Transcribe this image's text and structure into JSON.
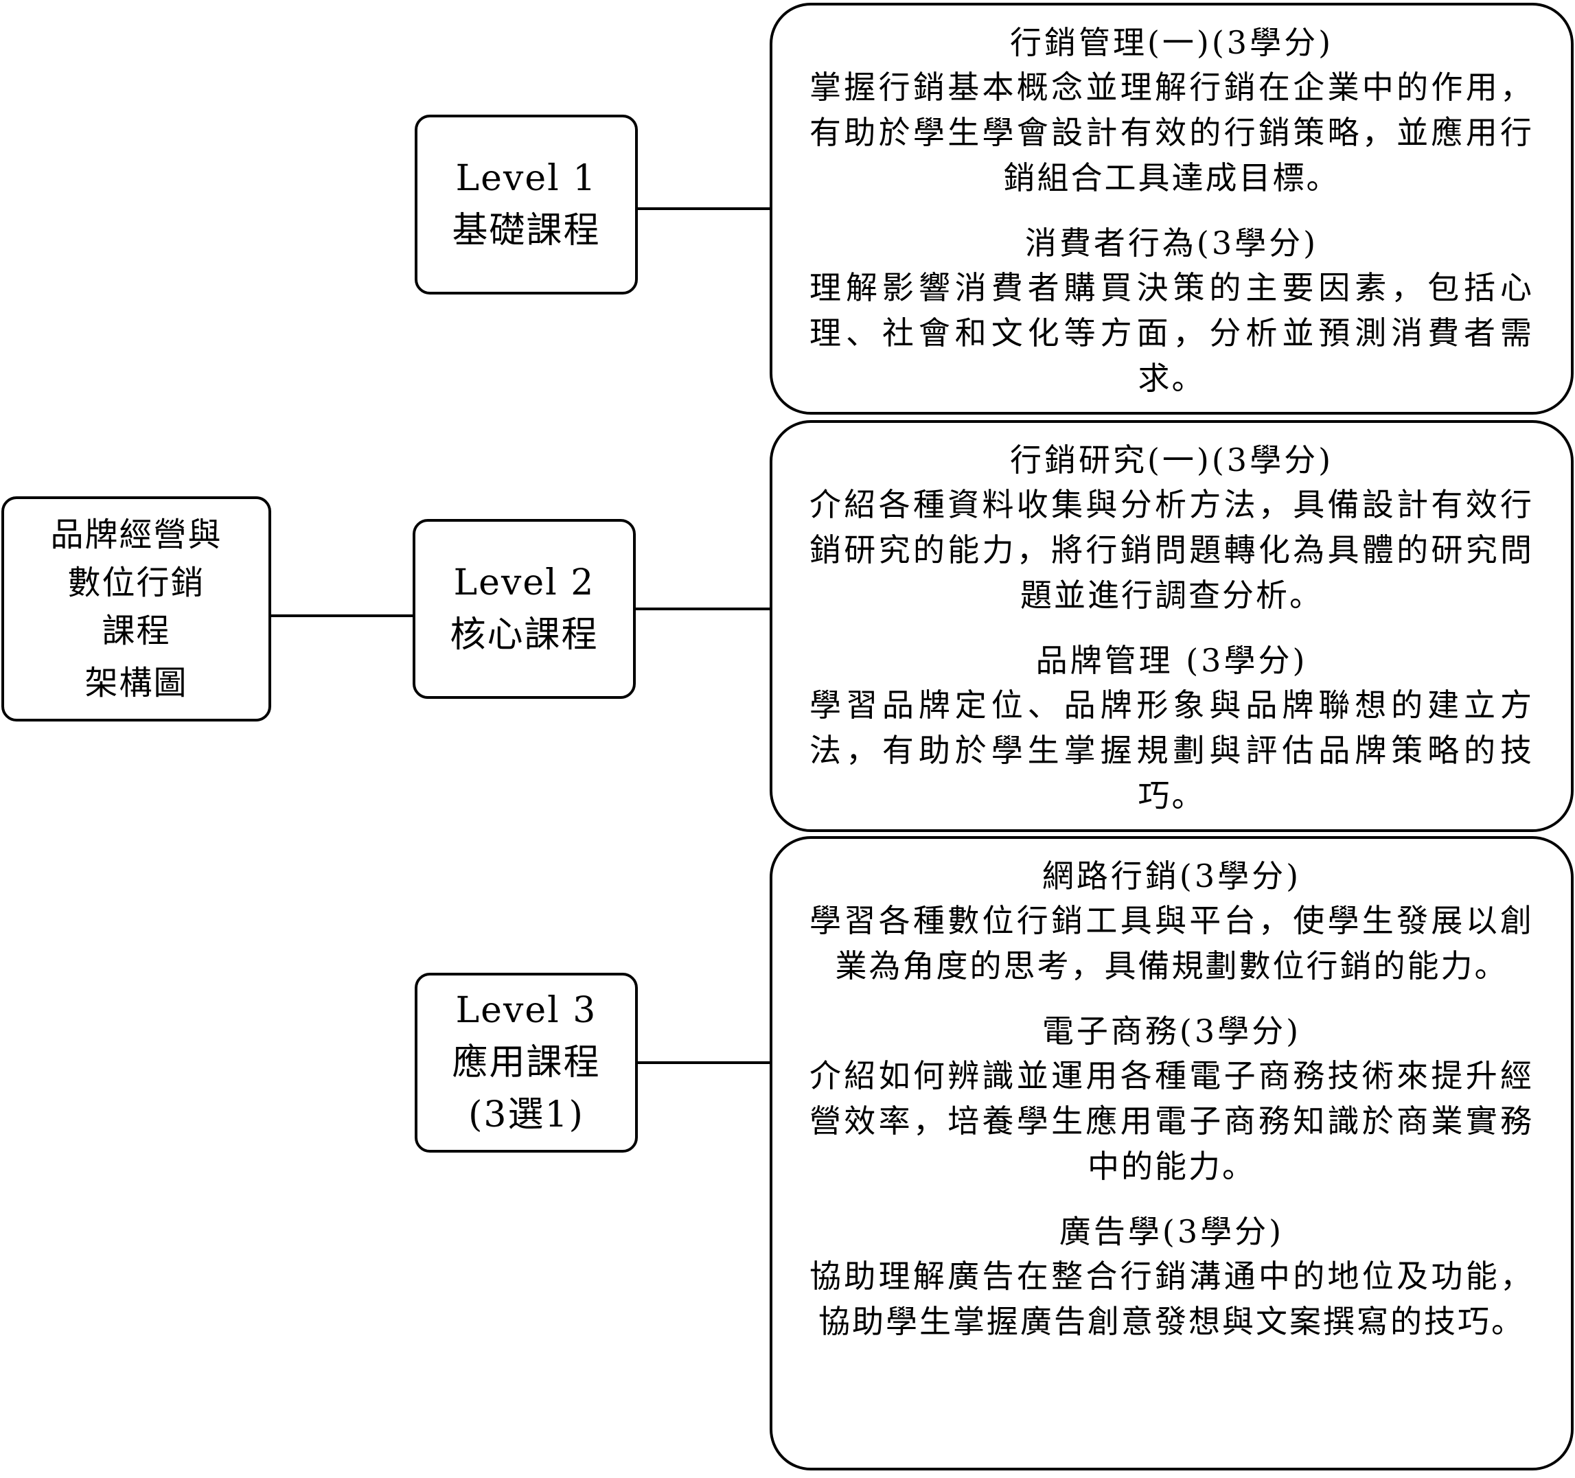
{
  "root": {
    "lines": [
      "品牌經營與",
      "數位行銷",
      "課程",
      "架構圖"
    ]
  },
  "levels": [
    {
      "lines": [
        "Level 1",
        "基礎課程"
      ]
    },
    {
      "lines": [
        "Level 2",
        "核心課程"
      ]
    },
    {
      "lines": [
        "Level 3",
        "應用課程",
        "(3選1)"
      ]
    }
  ],
  "course_groups": [
    {
      "courses": [
        {
          "title": "行銷管理(一)(3學分)",
          "desc": "掌握行銷基本概念並理解行銷在企業中的作用，有助於學生學會設計有效的行銷策略，並應用行銷組合工具達成目標。"
        },
        {
          "title": "消費者行為(3學分)",
          "desc": "理解影響消費者購買決策的主要因素，包括心理、社會和文化等方面，分析並預測消費者需求。"
        }
      ]
    },
    {
      "courses": [
        {
          "title": "行銷研究(一)(3學分)",
          "desc": "介紹各種資料收集與分析方法，具備設計有效行銷研究的能力，將行銷問題轉化為具體的研究問題並進行調查分析。"
        },
        {
          "title": "品牌管理 (3學分)",
          "desc": "學習品牌定位、品牌形象與品牌聯想的建立方法，有助於學生掌握規劃與評估品牌策略的技巧。"
        }
      ]
    },
    {
      "courses": [
        {
          "title": "網路行銷(3學分)",
          "desc": "學習各種數位行銷工具與平台，使學生發展以創業為角度的思考，具備規劃數位行銷的能力。"
        },
        {
          "title": "電子商務(3學分)",
          "desc": "介紹如何辨識並運用各種電子商務技術來提升經營效率，培養學生應用電子商務知識於商業實務中的能力。"
        },
        {
          "title": "廣告學(3學分)",
          "desc": "協助理解廣告在整合行銷溝通中的地位及功能，協助學生掌握廣告創意發想與文案撰寫的技巧。"
        }
      ]
    }
  ]
}
